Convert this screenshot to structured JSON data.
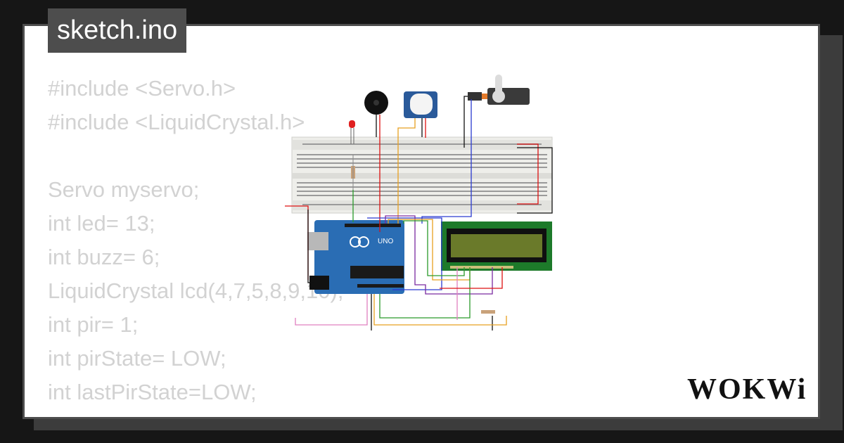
{
  "file_tab": {
    "label": "sketch.ino"
  },
  "code_lines": [
    "#include <Servo.h>",
    "#include <LiquidCrystal.h>",
    "",
    "Servo myservo;",
    "int led= 13;",
    "int buzz= 6;",
    "LiquidCrystal lcd(4,7,5,8,9,10);",
    "int pir= 1;",
    "int pirState= LOW;",
    "int lastPirState=LOW;"
  ],
  "arduino": {
    "label": "UNO"
  },
  "brand": {
    "logo_text": "WOKWi"
  },
  "colors": {
    "background": "#161616",
    "card": "#ffffff",
    "tab": "#4d4d4d",
    "code_text": "#d2d2d2",
    "arduino_blue": "#2a6db4",
    "lcd_green": "#1d7a2a",
    "breadboard": "#e8e8e4"
  }
}
